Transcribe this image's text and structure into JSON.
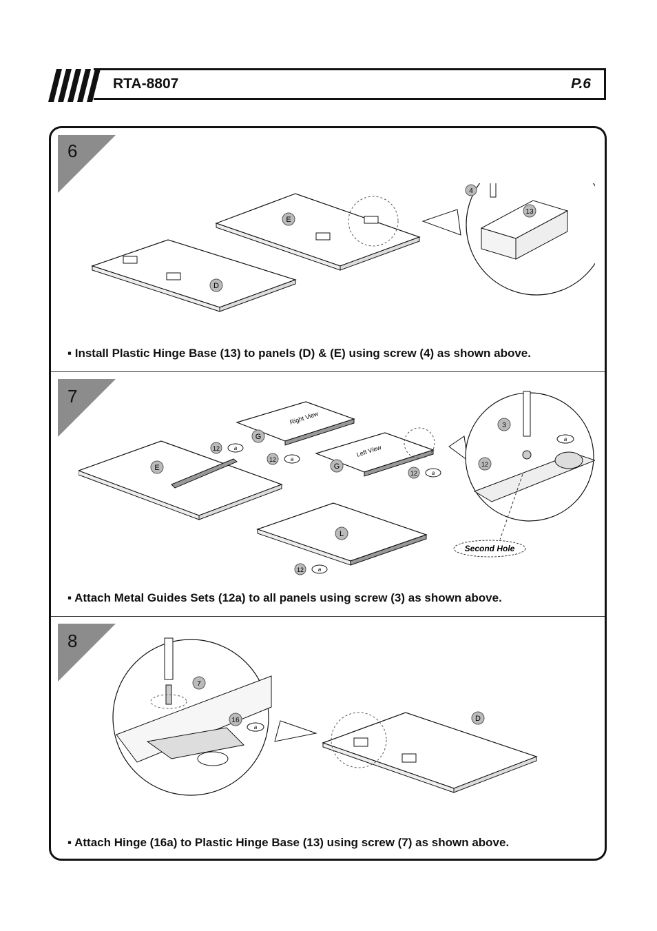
{
  "header": {
    "model": "RTA-8807",
    "page": "P.6"
  },
  "steps": [
    {
      "number": "6",
      "caption": "▪ Install Plastic Hinge Base (13) to panels (D) & (E) using screw (4) as shown above.",
      "labels": {
        "panel_e": "E",
        "panel_d": "D",
        "screw": "4",
        "hinge_base": "13"
      }
    },
    {
      "number": "7",
      "caption": "▪ Attach Metal Guides Sets (12a) to all panels using screw (3) as shown above.",
      "labels": {
        "panel_e": "E",
        "panel_g": "G",
        "panel_l": "L",
        "part": "12",
        "part_suffix": "a",
        "screw": "3",
        "right_view": "Right View",
        "left_view": "Left View",
        "second_hole": "Second Hole"
      }
    },
    {
      "number": "8",
      "caption": "▪ Attach Hinge (16a) to Plastic Hinge Base (13) using screw (7) as shown above.",
      "labels": {
        "panel_d": "D",
        "screw": "7",
        "hinge": "16",
        "hinge_suffix": "a"
      }
    }
  ]
}
